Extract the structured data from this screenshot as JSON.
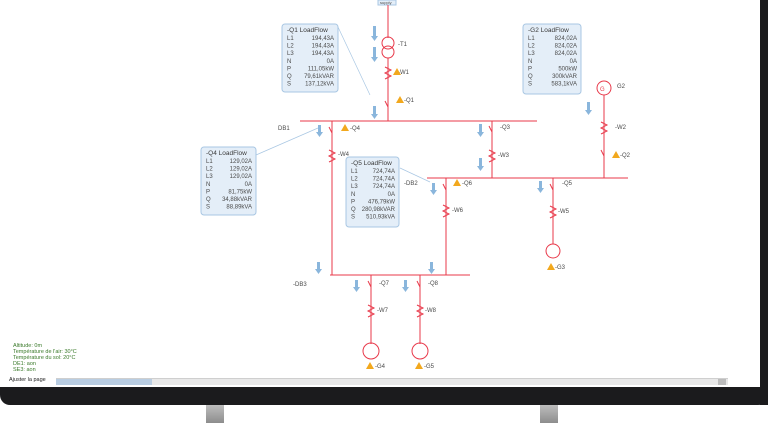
{
  "panels": {
    "q1": {
      "title": "-Q1  LoadFlow",
      "rows": [
        [
          "L1",
          "194,43A"
        ],
        [
          "L2",
          "194,43A"
        ],
        [
          "L3",
          "194,43A"
        ],
        [
          "N",
          "0A"
        ],
        [
          "P",
          "111,05kW"
        ],
        [
          "Q",
          "79,61kVAR"
        ],
        [
          "S",
          "137,12kVA"
        ]
      ]
    },
    "g2": {
      "title": "-G2  LoadFlow",
      "rows": [
        [
          "L1",
          "824,02A"
        ],
        [
          "L2",
          "824,02A"
        ],
        [
          "L3",
          "824,02A"
        ],
        [
          "N",
          "0A"
        ],
        [
          "P",
          "500kW"
        ],
        [
          "Q",
          "300kVAR"
        ],
        [
          "S",
          "583,1kVA"
        ]
      ]
    },
    "q4": {
      "title": "-Q4  LoadFlow",
      "rows": [
        [
          "L1",
          "129,02A"
        ],
        [
          "L2",
          "129,02A"
        ],
        [
          "L3",
          "129,02A"
        ],
        [
          "N",
          "0A"
        ],
        [
          "P",
          "81,75kW"
        ],
        [
          "Q",
          "34,88kVAR"
        ],
        [
          "S",
          "88,89kVA"
        ]
      ]
    },
    "q5": {
      "title": "-Q5  LoadFlow",
      "rows": [
        [
          "L1",
          "724,74A"
        ],
        [
          "L2",
          "724,74A"
        ],
        [
          "L3",
          "724,74A"
        ],
        [
          "N",
          "0A"
        ],
        [
          "P",
          "476,79kW"
        ],
        [
          "Q",
          "280,98kVAR"
        ],
        [
          "S",
          "510,93kVA"
        ]
      ]
    }
  },
  "labels": {
    "t1": "-T1",
    "w1": "-W1",
    "q1": "-Q1",
    "db1": "DB1",
    "q4": "-Q4",
    "w4": "-W4",
    "q3": "-Q3",
    "w3": "-W3",
    "g2": "G2",
    "w2": "-W2",
    "q2": "-Q2",
    "db2": "-DB2",
    "q6": "-Q6",
    "w6": "-W6",
    "q5": "-Q5",
    "w5": "-W5",
    "g3": "-G3",
    "db3": "-DB3",
    "q7": "-Q7",
    "q8": "-Q8",
    "w7": "-W7",
    "w8": "-W8",
    "g4": "-G4",
    "g5": "-G5",
    "top_tag": "supply"
  },
  "status": {
    "lines": [
      "Altitude: 0m",
      "Température de l'air: 30°C",
      "Température du sol: 20°C",
      "DE1: aon",
      "SE3: aon"
    ],
    "page": "Ajuster la page"
  },
  "colors": {
    "wire": "#e8394a",
    "arrow": "#8ab6dc",
    "panel": "#e4eef8",
    "warning": "#f2a81d",
    "status_text": "#3a7a2a"
  }
}
